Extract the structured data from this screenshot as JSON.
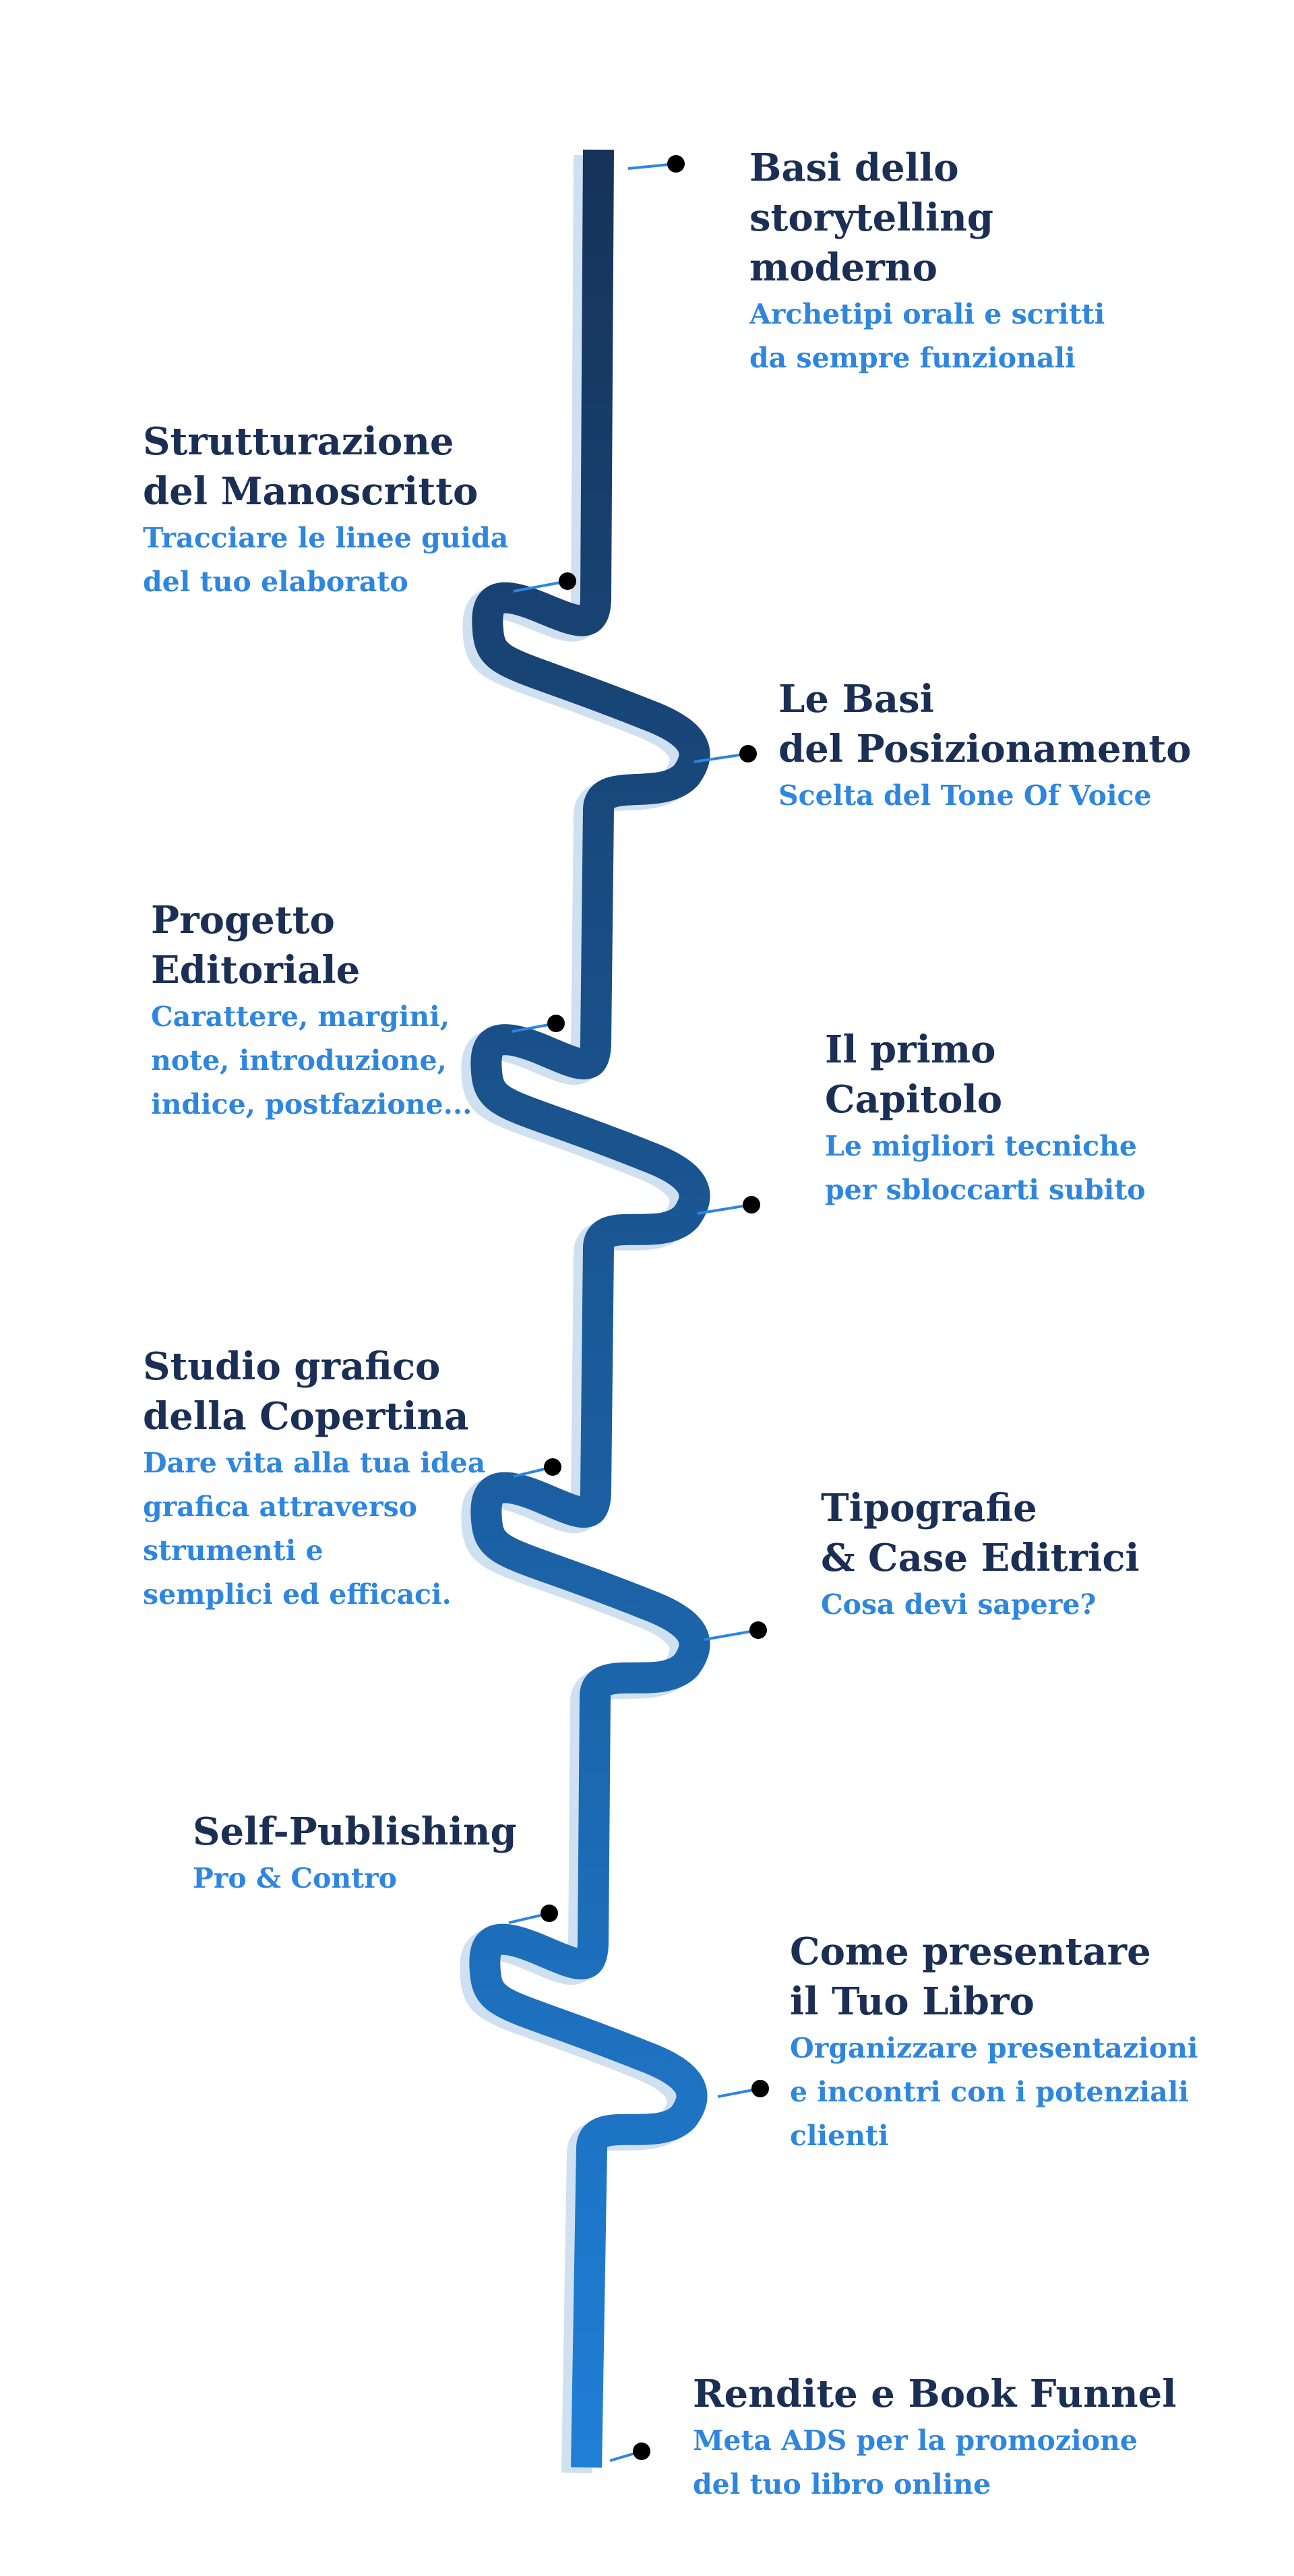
{
  "colors": {
    "title": "#1b2f55",
    "description": "#2e86de",
    "road_top": "#163359",
    "road_bottom": "#1f7fd6",
    "road_shadow": "#cfe0f1",
    "connector": "#2e86de",
    "dot": "#000000"
  },
  "steps": [
    {
      "title": "Basi dello\nstorytelling\nmoderno",
      "description": "Archetipi orali e scritti\nda sempre funzionali"
    },
    {
      "title": "Strutturazione\ndel Manoscritto",
      "description": "Tracciare le linee guida\ndel tuo elaborato"
    },
    {
      "title": "Le Basi\ndel Posizionamento",
      "description": "Scelta del Tone Of Voice"
    },
    {
      "title": "Progetto\nEditoriale",
      "description": "Carattere, margini,\nnote, introduzione,\nindice, postfazione..."
    },
    {
      "title": "Il primo\nCapitolo",
      "description": "Le migliori tecniche\nper sbloccarti subito"
    },
    {
      "title": "Studio grafico\ndella Copertina",
      "description": "Dare vita alla tua idea\n grafica attraverso\nstrumenti e\nsemplici ed efficaci."
    },
    {
      "title": "Tipografie\n& Case Editrici",
      "description": "Cosa devi sapere?"
    },
    {
      "title": "Self-Publishing",
      "description": "Pro & Contro"
    },
    {
      "title": "Come presentare\nil Tuo Libro",
      "description": "Organizzare presentazioni\ne incontri con i potenziali clienti"
    },
    {
      "title": "Rendite e Book Funnel",
      "description": "Meta ADS per la promozione\ndel tuo libro online"
    }
  ]
}
